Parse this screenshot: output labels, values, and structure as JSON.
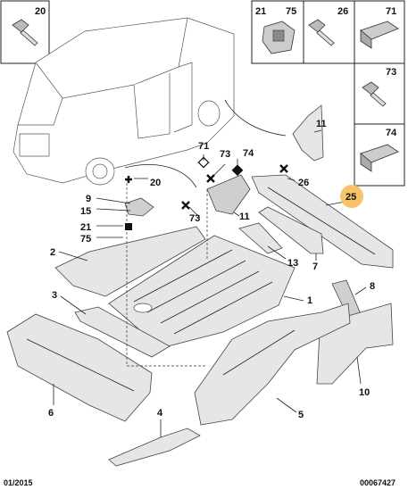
{
  "boxes": {
    "box_20": "20",
    "box_21": "21",
    "box_75": "75",
    "box_26": "26",
    "box_71": "71",
    "box_73": "73",
    "box_74": "74"
  },
  "callouts": {
    "c11_top": "11",
    "c71": "71",
    "c73_mid": "73",
    "c74": "74",
    "c20": "20",
    "c26": "26",
    "c25": "25",
    "c9": "9",
    "c15": "15",
    "c21": "21",
    "c75": "75",
    "c73_low": "73",
    "c11_low": "11",
    "c2": "2",
    "c13": "13",
    "c7": "7",
    "c8": "8",
    "c1": "1",
    "c3": "3",
    "c6": "6",
    "c10": "10",
    "c5": "5",
    "c4": "4"
  },
  "highlight_color": "#f5c46a",
  "footer": {
    "date": "01/2015",
    "ref": "00067427"
  }
}
